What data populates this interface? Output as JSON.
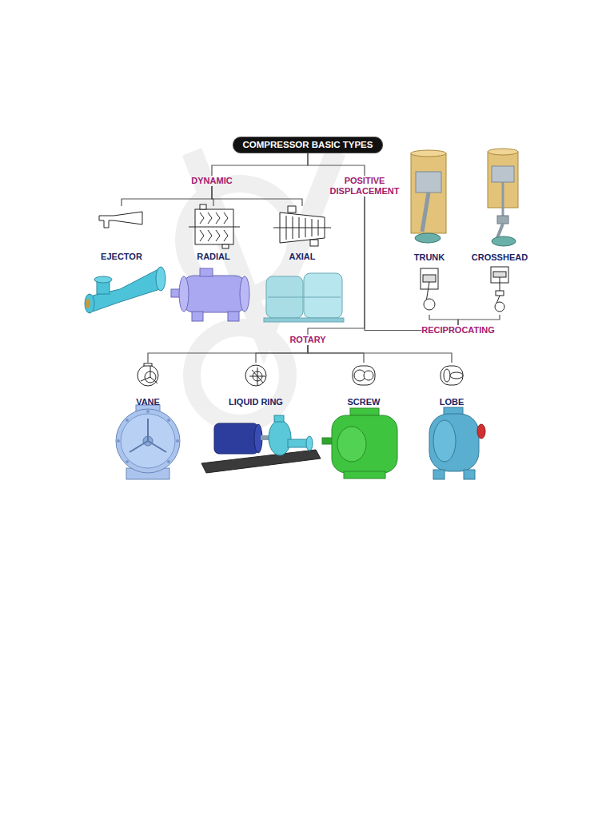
{
  "diagram": {
    "nodes": [
      {
        "text": [
          "COMPRESSOR BASIC TYPES"
        ]
      },
      {
        "text": [
          "DYNAMIC"
        ]
      },
      {
        "text": [
          "POSITIVE DISPLACEMENT"
        ]
      },
      {
        "text": [
          "EJECTOR"
        ]
      },
      {
        "text": [
          "RADIAL"
        ]
      },
      {
        "text": [
          "AXIAL"
        ]
      },
      {
        "text": [
          "TRUNK"
        ]
      },
      {
        "text": [
          "CROSSHEAD"
        ]
      },
      {
        "text": [
          "RECIPROCATING"
        ]
      },
      {
        "text": [
          "ROTARY"
        ]
      },
      {
        "text": [
          "VANE"
        ]
      },
      {
        "text": [
          "LIQUID RING"
        ]
      },
      {
        "text": [
          "SCREW"
        ]
      },
      {
        "text": [
          "LOBE"
        ]
      }
    ],
    "edges": [
      {
        "from": 0,
        "to": 1,
        "arrow": "none"
      },
      {
        "from": 0,
        "to": 2,
        "arrow": "none"
      },
      {
        "from": 1,
        "to": 3,
        "arrow": "none"
      },
      {
        "from": 1,
        "to": 4,
        "arrow": "none"
      },
      {
        "from": 1,
        "to": 5,
        "arrow": "none"
      },
      {
        "from": 2,
        "to": 9,
        "arrow": "none"
      },
      {
        "from": 2,
        "to": 8,
        "arrow": "none"
      },
      {
        "from": 8,
        "to": 6,
        "arrow": "none"
      },
      {
        "from": 8,
        "to": 7,
        "arrow": "none"
      },
      {
        "from": 9,
        "to": 10,
        "arrow": "none"
      },
      {
        "from": 9,
        "to": 11,
        "arrow": "none"
      },
      {
        "from": 9,
        "to": 12,
        "arrow": "none"
      },
      {
        "from": 9,
        "to": 13,
        "arrow": "none"
      }
    ]
  }
}
